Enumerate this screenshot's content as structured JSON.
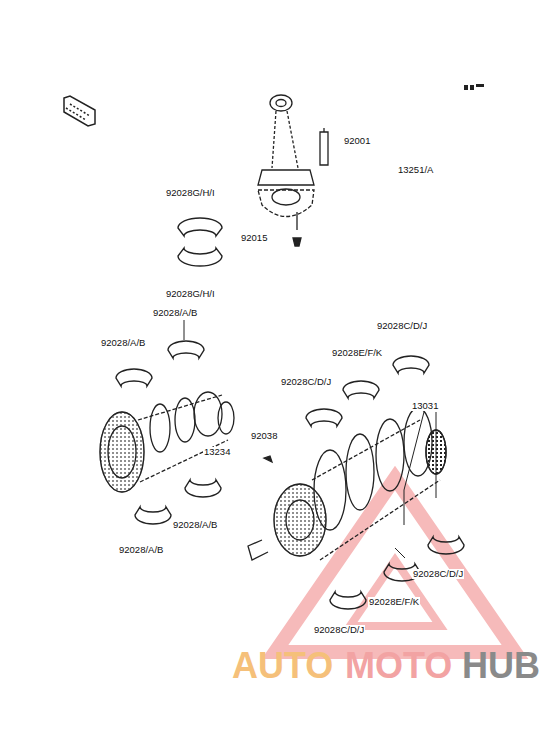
{
  "diagram": {
    "labels": [
      "92001",
      "13251/A",
      "92028G/H/I",
      "92015",
      "92028G/H/I",
      "92028/A/B",
      "92028C/D/J",
      "92028/A/B",
      "92028E/F/K",
      "92028C/D/J",
      "13031",
      "92038",
      "13234",
      "92028/A/B",
      "92028/A/B",
      "92028C/D/J",
      "92028E/F/K",
      "92028C/D/J",
      "AUTO",
      "MOTO",
      "HUB"
    ]
  }
}
